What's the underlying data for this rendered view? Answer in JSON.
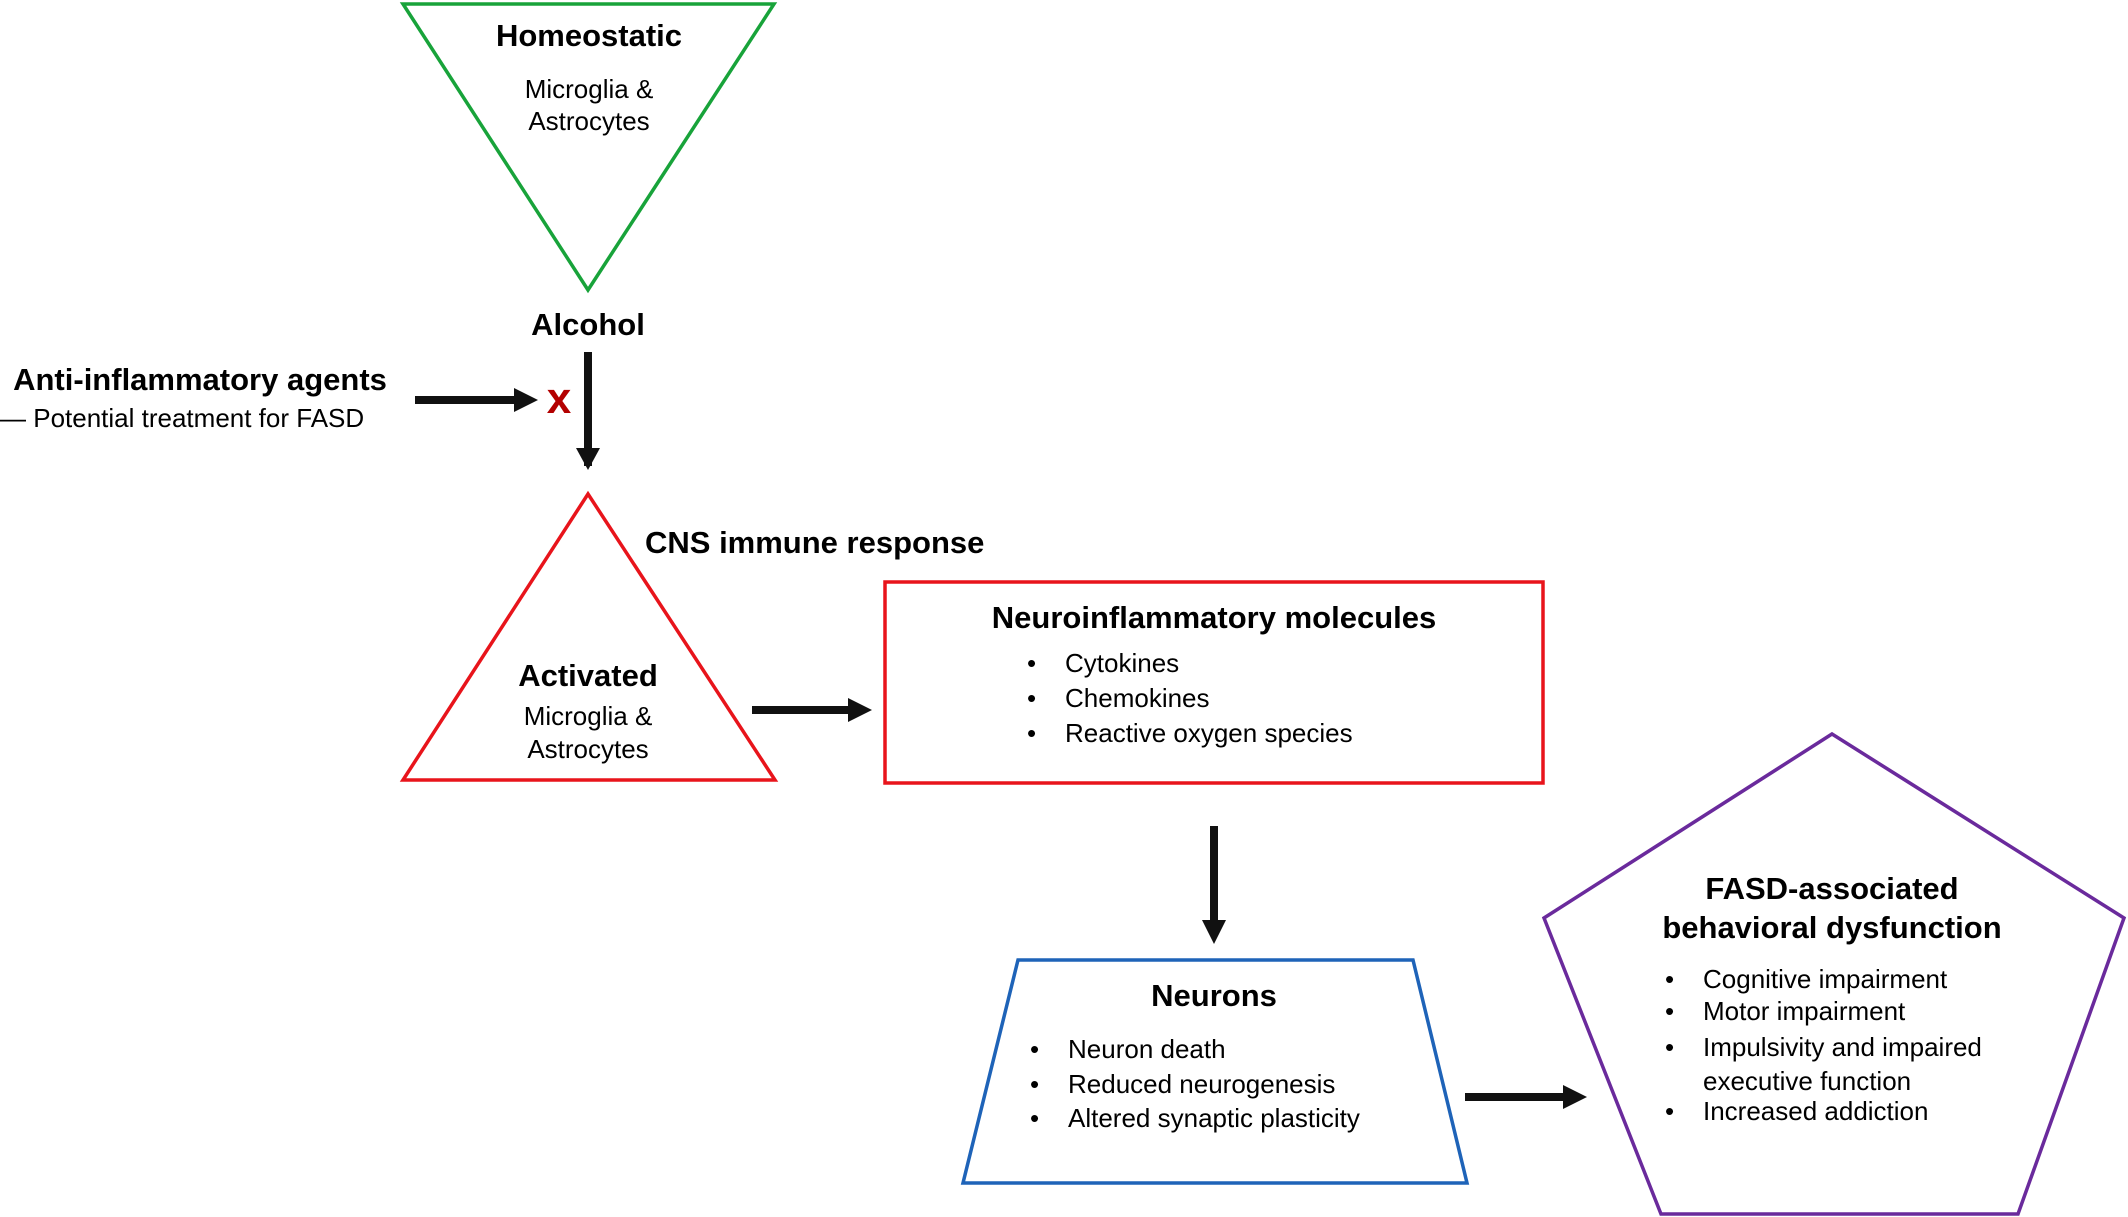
{
  "homeostatic": {
    "title": "Homeostatic",
    "line1": "Microglia &",
    "line2": "Astrocytes",
    "color": "#18a33a"
  },
  "alcohol": {
    "label": "Alcohol"
  },
  "anti_inflammatory": {
    "title": "Anti-inflammatory agents",
    "subtitle": "— Potential treatment for FASD",
    "block_mark": "x",
    "block_color": "#b30000"
  },
  "activated": {
    "title": "Activated",
    "line1": "Microglia &",
    "line2": "Astrocytes",
    "color": "#e8141b"
  },
  "cns_label": "CNS immune response",
  "neuroinflammatory": {
    "title": "Neuroinflammatory molecules",
    "items": [
      "Cytokines",
      "Chemokines",
      "Reactive oxygen species"
    ],
    "color": "#e8141b"
  },
  "neurons": {
    "title": "Neurons",
    "items": [
      "Neuron death",
      "Reduced neurogenesis",
      "Altered synaptic plasticity"
    ],
    "color": "#1e63b8"
  },
  "fasd": {
    "title_line1": "FASD-associated",
    "title_line2": "behavioral dysfunction",
    "items": [
      "Cognitive impairment",
      "Motor impairment",
      "Impulsivity and impaired",
      "executive function",
      "Increased addiction"
    ],
    "color": "#6a2a9c"
  },
  "bullet_char": "•"
}
